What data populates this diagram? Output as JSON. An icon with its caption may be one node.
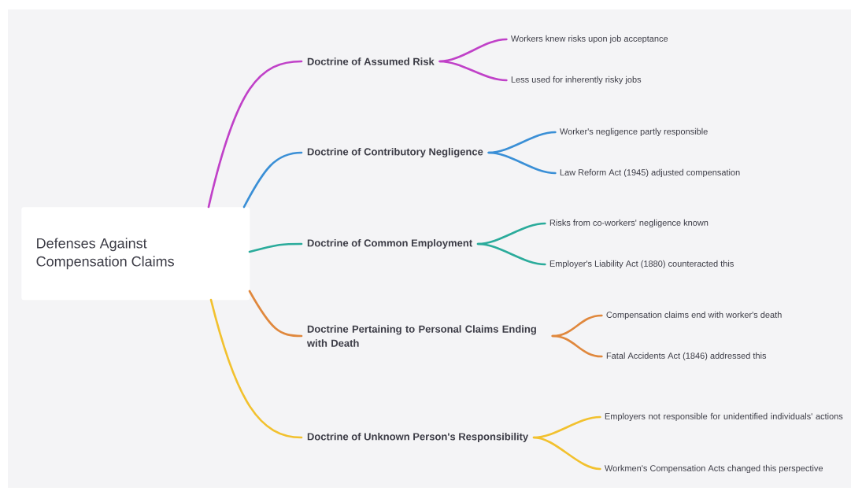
{
  "diagram": {
    "nodes": [
      {
        "text": [
          "Defenses Against Compensation Claims"
        ]
      },
      {
        "text": [
          "**Doctrine of Assumed Risk**"
        ]
      },
      {
        "text": [
          "Workers knew risks upon job acceptance"
        ]
      },
      {
        "text": [
          "Less used for inherently risky jobs"
        ]
      },
      {
        "text": [
          "**Doctrine of Contributory Negligence**"
        ]
      },
      {
        "text": [
          "Worker's negligence partly responsible"
        ]
      },
      {
        "text": [
          "Law Reform Act (1945) adjusted compensation"
        ]
      },
      {
        "text": [
          "**Doctrine of Common Employment**"
        ]
      },
      {
        "text": [
          "Risks from co-workers' negligence known"
        ]
      },
      {
        "text": [
          "Employer's Liability Act (1880) counteracted this"
        ]
      },
      {
        "text": [
          "**Doctrine Pertaining to Personal Claims Ending with Death**"
        ]
      },
      {
        "text": [
          "Compensation claims end with worker's death"
        ]
      },
      {
        "text": [
          "Fatal Accidents Act (1846) addressed this"
        ]
      },
      {
        "text": [
          "**Doctrine of Unknown Person's Responsibility**"
        ]
      },
      {
        "text": [
          "Employers not responsible for unidentified individuals' actions"
        ]
      },
      {
        "text": [
          "Workmen's Compensation Acts changed this perspective"
        ]
      }
    ],
    "edges": [
      {
        "from": 0,
        "to": 1,
        "arrow": "none",
        "color": "#c041c8"
      },
      {
        "from": 0,
        "to": 4,
        "arrow": "none",
        "color": "#3a8fd6"
      },
      {
        "from": 0,
        "to": 7,
        "arrow": "none",
        "color": "#2aab9b"
      },
      {
        "from": 0,
        "to": 10,
        "arrow": "none",
        "color": "#e0883d"
      },
      {
        "from": 0,
        "to": 13,
        "arrow": "none",
        "color": "#f2c12e"
      },
      {
        "from": 1,
        "to": 2,
        "arrow": "none",
        "color": "#c041c8"
      },
      {
        "from": 1,
        "to": 3,
        "arrow": "none",
        "color": "#c041c8"
      },
      {
        "from": 4,
        "to": 5,
        "arrow": "none",
        "color": "#3a8fd6"
      },
      {
        "from": 4,
        "to": 6,
        "arrow": "none",
        "color": "#3a8fd6"
      },
      {
        "from": 7,
        "to": 8,
        "arrow": "none",
        "color": "#2aab9b"
      },
      {
        "from": 7,
        "to": 9,
        "arrow": "none",
        "color": "#2aab9b"
      },
      {
        "from": 10,
        "to": 11,
        "arrow": "none",
        "color": "#e0883d"
      },
      {
        "from": 10,
        "to": 12,
        "arrow": "none",
        "color": "#e0883d"
      },
      {
        "from": 13,
        "to": 14,
        "arrow": "none",
        "color": "#f2c12e"
      },
      {
        "from": 13,
        "to": 15,
        "arrow": "none",
        "color": "#f2c12e"
      }
    ]
  }
}
